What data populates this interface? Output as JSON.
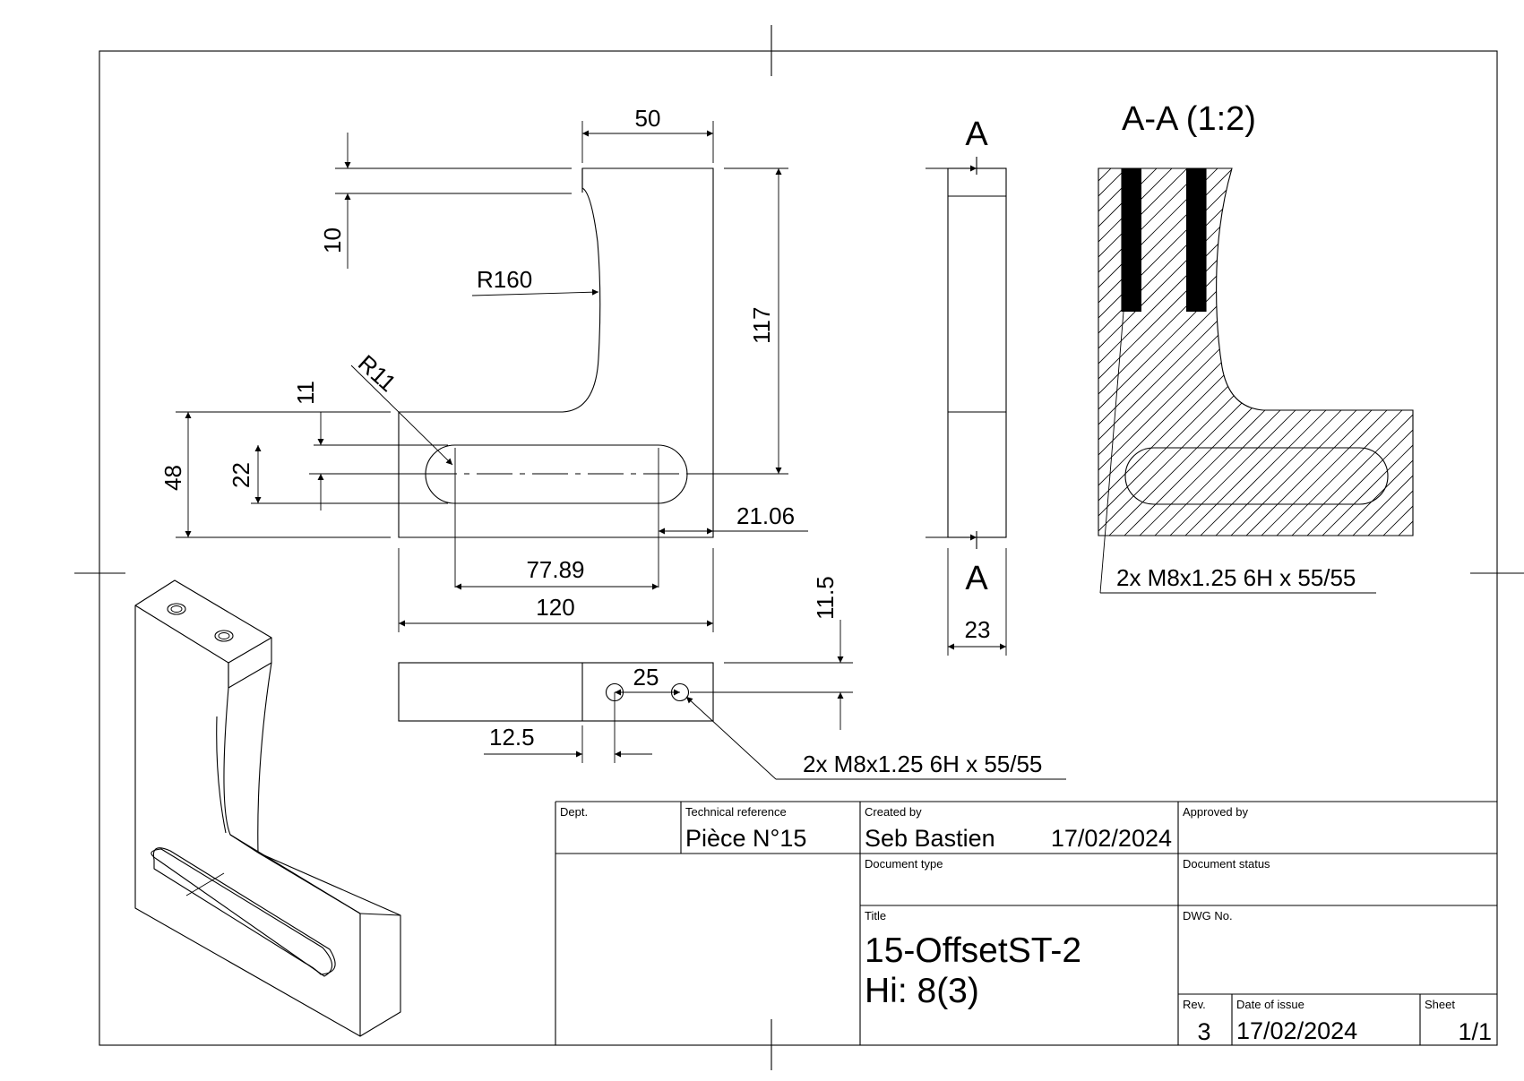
{
  "dimensions": {
    "d50": "50",
    "d10": "10",
    "r160": "R160",
    "d117": "117",
    "r11": "R11",
    "d11": "11",
    "d48": "48",
    "d22": "22",
    "d21_06": "21.06",
    "d77_89": "77.89",
    "d120": "120",
    "d11_5": "11.5",
    "d25": "25",
    "d12_5": "12.5",
    "d23": "23"
  },
  "section": {
    "marker_top": "A",
    "marker_bottom": "A",
    "title": "A-A (1:2)"
  },
  "callouts": {
    "thread_section": "2x M8x1.25 6H x 55/55",
    "thread_bottom": "2x M8x1.25 6H x 55/55"
  },
  "title_block": {
    "dept_label": "Dept.",
    "dept_value": "",
    "tech_ref_label": "Technical reference",
    "tech_ref_value": "Pièce N°15",
    "created_by_label": "Created by",
    "created_by_value": "Seb Bastien",
    "created_date": "17/02/2024",
    "approved_by_label": "Approved by",
    "approved_by_value": "",
    "doc_type_label": "Document type",
    "doc_type_value": "",
    "doc_status_label": "Document status",
    "doc_status_value": "",
    "title_label": "Title",
    "title_line1": "15-OffsetST-2",
    "title_line2": "Hi: 8(3)",
    "dwg_label": "DWG No.",
    "dwg_value": "",
    "rev_label": "Rev.",
    "rev_value": "3",
    "issue_label": "Date of issue",
    "issue_value": "17/02/2024",
    "sheet_label": "Sheet",
    "sheet_value": "1/1"
  }
}
